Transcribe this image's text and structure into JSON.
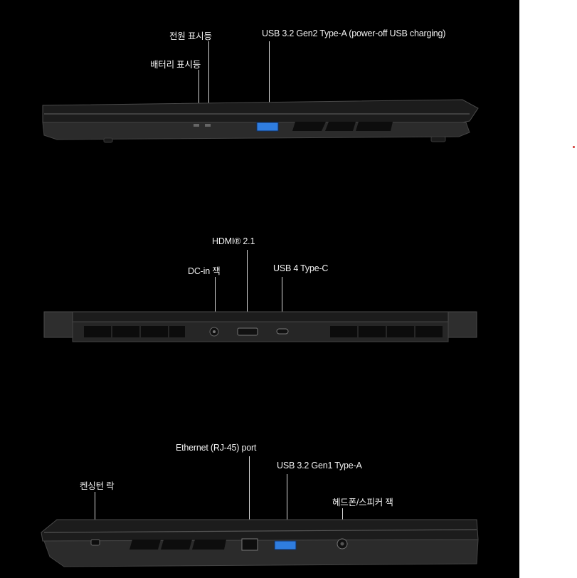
{
  "views": {
    "left": {
      "labels": {
        "power_indicator": "전원 표시등",
        "battery_indicator": "배터리 표시등",
        "usb_gen2": "USB 3.2 Gen2 Type-A (power-off USB charging)"
      }
    },
    "rear": {
      "labels": {
        "hdmi": "HDMI® 2.1",
        "dc_in": "DC-in 잭",
        "usb4": "USB 4 Type-C"
      }
    },
    "right": {
      "labels": {
        "ethernet": "Ethernet (RJ-45) port",
        "usb_gen1": "USB 3.2 Gen1 Type-A",
        "kensington": "켄싱턴 락",
        "headphone": "헤드폰/스피커 잭"
      }
    }
  },
  "colors": {
    "background": "#000000",
    "usb_blue": "#2f7de0",
    "chassis": "#2a2a2a",
    "accent_dot": "#d0352f"
  }
}
